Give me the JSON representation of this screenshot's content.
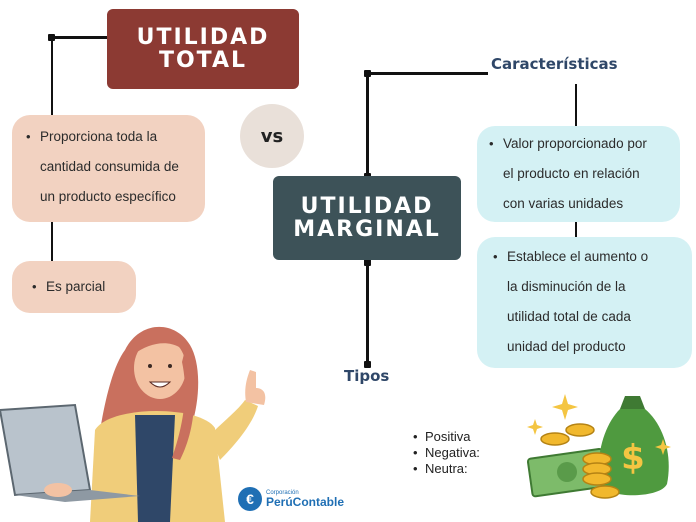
{
  "utilidad_total": "UTILIDAD\nTOTAL",
  "utilidad_total_lines": [
    "UTILIDAD",
    "TOTAL"
  ],
  "vs": "vs",
  "utilidad_marginal_lines": [
    "UTILIDAD",
    "MARGINAL"
  ],
  "total_points": [
    [
      "Proporciona toda la",
      "cantidad consumida de",
      "un producto específico"
    ],
    [
      "Es parcial"
    ]
  ],
  "caracteristicas_label": "Características",
  "caracteristicas_points": [
    [
      "Valor proporcionado por",
      "el producto en relación",
      "con varias unidades"
    ],
    [
      "Establece el aumento o",
      "la disminución de la",
      "utilidad total de cada",
      "unidad del producto"
    ]
  ],
  "tipos_label": "Tipos",
  "tipos": [
    "Positiva",
    "Negativa:",
    "Neutra:"
  ],
  "logo": {
    "small": "Corporación",
    "brand": "PerúContable"
  },
  "colors": {
    "total": "#8c3a33",
    "marginal": "#3d5258",
    "peach": "#f2d2c1",
    "aqua": "#d4f1f4",
    "label": "#2f4768"
  },
  "icons": [
    "woman-with-laptop-illustration",
    "money-bag-icon",
    "coins-icon",
    "banknotes-icon",
    "sparkle-icon"
  ]
}
